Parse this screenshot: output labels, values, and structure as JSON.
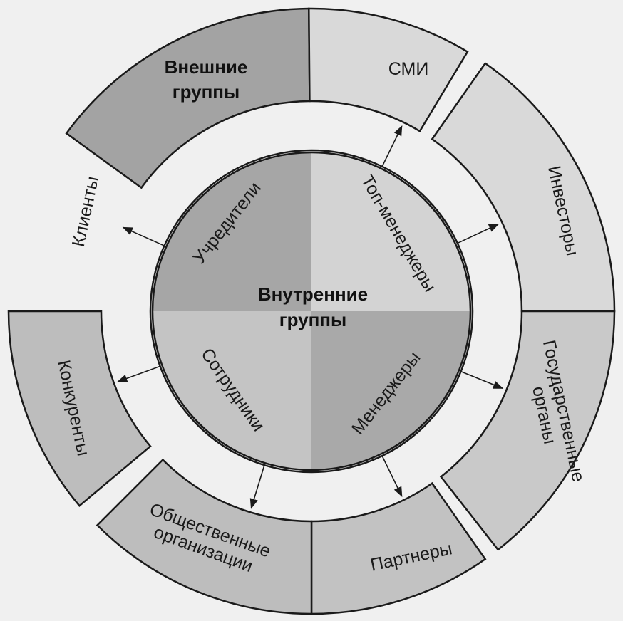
{
  "outer_title": [
    "Внешние",
    "группы"
  ],
  "inner_title": [
    "Внутренние",
    "группы"
  ],
  "inner_groups": [
    {
      "key": "founders",
      "label": "Учредители",
      "color": "#a6a6a6"
    },
    {
      "key": "top-managers",
      "label": "Топ-менеджеры",
      "color": "#d3d3d3"
    },
    {
      "key": "managers",
      "label": "Менеджеры",
      "color": "#a9a9a9"
    },
    {
      "key": "employees",
      "label": "Сотрудники",
      "color": "#c4c4c4"
    }
  ],
  "outer_groups": [
    {
      "key": "clients",
      "label": [
        "Клиенты"
      ],
      "color": "#a3a3a3"
    },
    {
      "key": "media",
      "label": [
        "СМИ"
      ],
      "color": "#d9d9d9"
    },
    {
      "key": "investors",
      "label": [
        "Инвесторы"
      ],
      "color": "#d9d9d9"
    },
    {
      "key": "government",
      "label": [
        "Государственные",
        "органы"
      ],
      "color": "#c9c9c9"
    },
    {
      "key": "partners",
      "label": [
        "Партнеры"
      ],
      "color": "#c2c2c2"
    },
    {
      "key": "public-orgs",
      "label": [
        "Общественные",
        "организации"
      ],
      "color": "#bdbdbd"
    },
    {
      "key": "competitors",
      "label": [
        "Конкуренты"
      ],
      "color": "#bdbdbd"
    }
  ],
  "colors": {
    "background": "#f0f0f0",
    "stroke": "#1a1a1a",
    "text": "#1a1a1a"
  }
}
